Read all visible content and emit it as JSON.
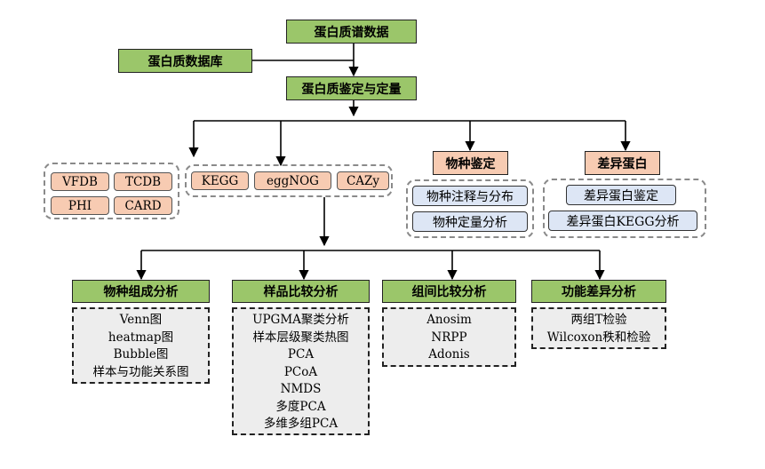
{
  "top": {
    "source": "蛋白质谱数据",
    "database": "蛋白质数据库",
    "identification": "蛋白质鉴定与定量"
  },
  "databases": {
    "group_a": [
      "VFDB",
      "TCDB",
      "PHI",
      "CARD"
    ],
    "group_b": [
      "KEGG",
      "eggNOG",
      "CAZy"
    ]
  },
  "species": {
    "title": "物种鉴定",
    "items": [
      "物种注释与分布",
      "物种定量分析"
    ]
  },
  "diff": {
    "title": "差异蛋白",
    "items": [
      "差异蛋白鉴定",
      "差异蛋白KEGG分析"
    ]
  },
  "analyses": [
    {
      "title": "物种组成分析",
      "items": [
        "Venn图",
        "heatmap图",
        "Bubble图",
        "样本与功能关系图"
      ]
    },
    {
      "title": "样品比较分析",
      "items": [
        "UPGMA聚类分析",
        "样本层级聚类热图",
        "PCA",
        "PCoA",
        "NMDS",
        "多度PCA",
        "多维多组PCA"
      ]
    },
    {
      "title": "组间比较分析",
      "items": [
        "Anosim",
        "NRPP",
        "Adonis"
      ]
    },
    {
      "title": "功能差异分析",
      "items": [
        "两组T检验",
        "Wilcoxon秩和检验"
      ]
    }
  ],
  "colors": {
    "green": "#9bc66a",
    "orange": "#f7cbb2",
    "blue": "#dde6f5",
    "gray": "#ededed"
  }
}
